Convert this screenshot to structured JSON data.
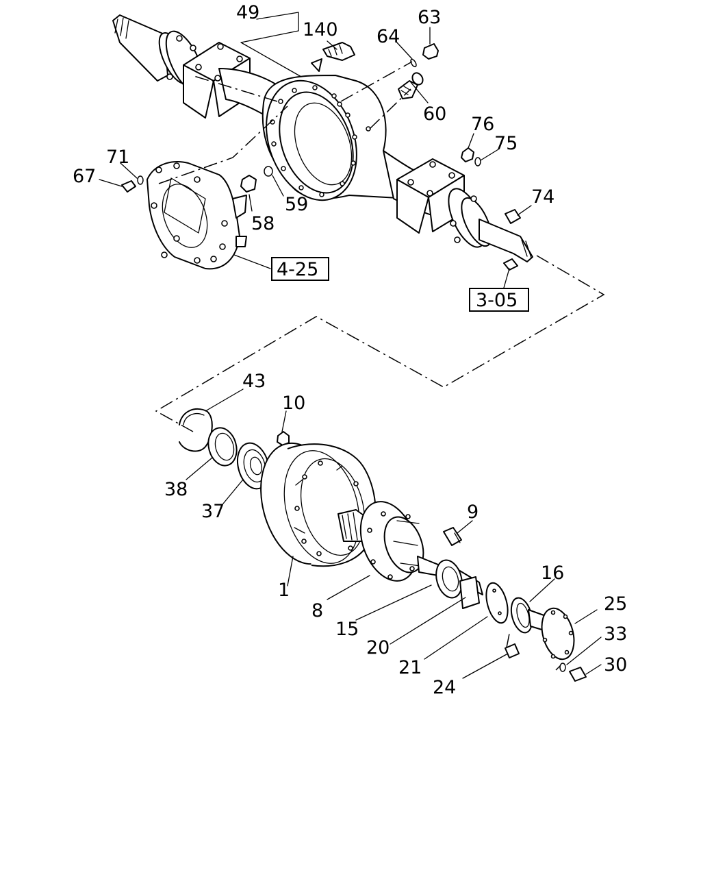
{
  "diagram": {
    "part_labels": {
      "p49": "49",
      "p140": "140",
      "p63": "63",
      "p64": "64",
      "p60": "60",
      "p76": "76",
      "p75": "75",
      "p71": "71",
      "p67": "67",
      "p58": "58",
      "p59": "59",
      "p74": "74",
      "p43": "43",
      "p10": "10",
      "p38": "38",
      "p37": "37",
      "p9": "9",
      "p1": "1",
      "p16": "16",
      "p8": "8",
      "p25": "25",
      "p15": "15",
      "p33": "33",
      "p20": "20",
      "p30": "30",
      "p21": "21",
      "p24": "24"
    },
    "reference_boxes": {
      "ref_4_25": "4-25",
      "ref_3_05": "3-05"
    }
  }
}
